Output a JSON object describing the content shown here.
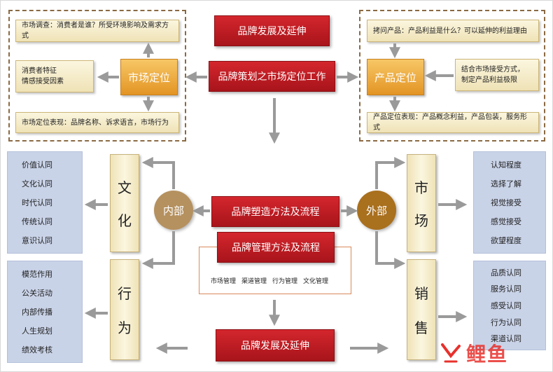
{
  "center": {
    "top_title": "品牌发展及延伸",
    "planning_title": "品牌策划之市场定位工作",
    "shaping_title": "品牌塑造方法及流程",
    "management_title": "品牌管理方法及流程",
    "management_items": [
      "市场管理",
      "渠道管理",
      "行为管理",
      "文化管理"
    ],
    "bottom_title": "品牌发展及延伸"
  },
  "market_positioning": {
    "label": "市场定位",
    "research": "市场调查：消费者是谁？所受环境影响及需求方式",
    "consumer": [
      "消费者特征",
      "情感接受因素"
    ],
    "expression": "市场定位表现：品牌名称、诉求语言，市场行为"
  },
  "product_positioning": {
    "label": "产品定位",
    "question": "拷问产品：产品利益是什么？可以延伸的利益理由",
    "combine": [
      "结合市场接受方式，",
      "制定产品利益极限"
    ],
    "expression": "产品定位表现：产品概念利益，产品包装，服务形式"
  },
  "internal": {
    "label": "内部",
    "culture": {
      "chars": [
        "文",
        "化"
      ],
      "items": [
        "价值认同",
        "文化认同",
        "时代认同",
        "传统认同",
        "意识认同"
      ]
    },
    "behavior": {
      "chars": [
        "行",
        "为"
      ],
      "items": [
        "模范作用",
        "公关活动",
        "内部传播",
        "人生规划",
        "绩效考核"
      ]
    }
  },
  "external": {
    "label": "外部",
    "market": {
      "chars": [
        "市",
        "场"
      ],
      "items": [
        "认知程度",
        "选择了解",
        "视觉接受",
        "感觉接受",
        "欲望程度"
      ]
    },
    "sales": {
      "chars": [
        "销",
        "售"
      ],
      "items": [
        "品质认同",
        "服务认同",
        "感受认同",
        "行为认同",
        "渠道认同"
      ]
    }
  },
  "watermark": {
    "chars": [
      "鲤",
      "鱼"
    ]
  },
  "colors": {
    "red": "#b81a21",
    "orange": "#ec9e2c",
    "beige": "#f6ecc8",
    "blue_panel": "#c9d3e8",
    "internal_circle": "#b5915f",
    "external_circle": "#a9701e",
    "arrow_gray": "#9a9a9a",
    "dashed_border": "#8a6a43",
    "logo_red": "#e8312c"
  },
  "icons": [
    "arrow-icon",
    "fish-logo-icon"
  ]
}
